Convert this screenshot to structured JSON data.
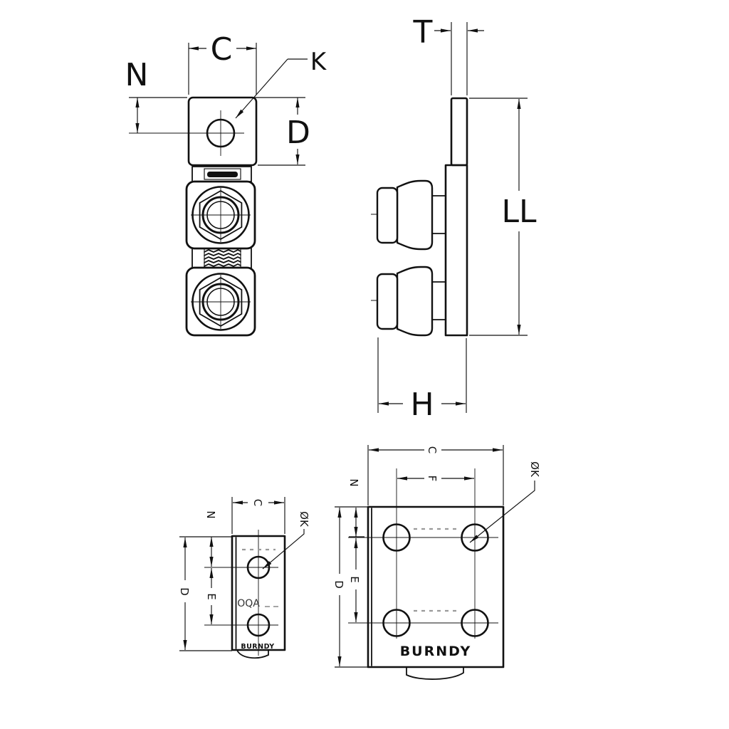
{
  "brand": "BURNDY",
  "front_view": {
    "c": "C",
    "k": "K",
    "n": "N",
    "d": "D"
  },
  "side_view": {
    "t": "T",
    "ll": "LL",
    "h": "H"
  },
  "pad_side_view": {
    "c": "C",
    "n": "N",
    "d": "D",
    "e": "E",
    "dia_k": "ØK",
    "marking": "OQA",
    "brand": "BURNDY"
  },
  "pad_back_view": {
    "c": "C",
    "f": "F",
    "n": "N",
    "d": "D",
    "e": "E",
    "dia_k": "ØK",
    "brand": "BURNDY"
  }
}
